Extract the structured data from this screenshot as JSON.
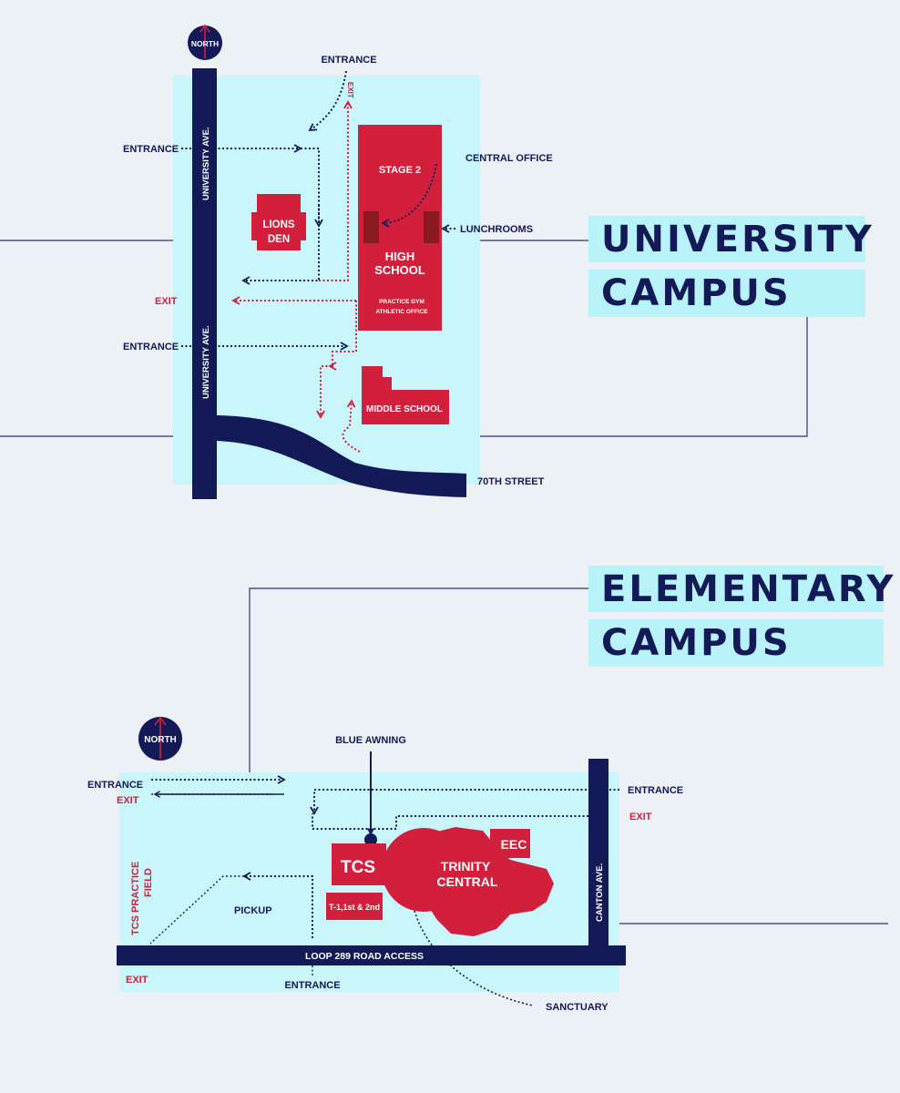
{
  "colors": {
    "background": "#ecf1f5",
    "campus_area": "#c8f6fa",
    "navy": "#141a57",
    "red": "#d21f3c",
    "dark_red": "#8a1a22",
    "title_box": "#b8f3fa"
  },
  "university_campus": {
    "title_line1": "UNIVERSITY",
    "title_line2": "CAMPUS",
    "north": "NORTH",
    "road_university_top": "UNIVERSITY AVE.",
    "road_university_bottom": "UNIVERSITY AVE.",
    "road_70th": "70TH STREET",
    "label_entrance_top": "ENTRANCE",
    "label_exit_vertical": "EXIT",
    "label_entrance_left_top": "ENTRANCE",
    "label_exit_left": "EXIT",
    "label_entrance_left_bottom": "ENTRANCE",
    "label_central_office": "CENTRAL OFFICE",
    "label_lunchrooms": "LUNCHROOMS",
    "building_stage2": "STAGE 2",
    "building_high_school_line1": "HIGH",
    "building_high_school_line2": "SCHOOL",
    "building_practice_gym": "PRACTICE GYM",
    "building_athletic_office": "ATHLETIC OFFICE",
    "building_lions_den_line1": "LIONS",
    "building_lions_den_line2": "DEN",
    "building_middle_school": "MIDDLE SCHOOL"
  },
  "elementary_campus": {
    "title_line1": "ELEMENTARY",
    "title_line2": "CAMPUS",
    "north": "NORTH",
    "label_blue_awning": "BLUE AWNING",
    "label_entrance_left": "ENTRANCE",
    "label_exit_left": "EXIT",
    "label_entrance_right": "ENTRANCE",
    "label_exit_right": "EXIT",
    "label_practice_field_line1": "TCS PRACTICE",
    "label_practice_field_line2": "FIELD",
    "label_pickup": "PICKUP",
    "road_loop289": "LOOP 289 ROAD ACCESS",
    "road_canton": "CANTON AVE.",
    "label_exit_bottom": "EXIT",
    "label_entrance_bottom": "ENTRANCE",
    "label_sanctuary": "SANCTUARY",
    "building_tcs": "TCS",
    "building_tcs_grades": "T-1,1st & 2nd",
    "building_trinity_line1": "TRINITY",
    "building_trinity_line2": "CENTRAL",
    "building_eec": "EEC"
  }
}
